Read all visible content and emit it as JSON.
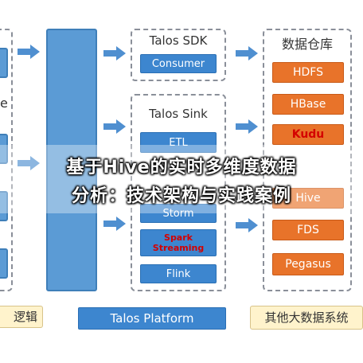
{
  "left_panel": {
    "partial_letter": "e",
    "bottom_partial_label": "逻辑"
  },
  "talos_sdk": {
    "title": "Talos SDK",
    "items": [
      "Consumer"
    ]
  },
  "talos_sink": {
    "title": "Talos Sink",
    "items": [
      "ETL",
      "Storm",
      "Spark Streaming",
      "Flink"
    ]
  },
  "data_warehouse": {
    "title": "数据仓库",
    "items": [
      "HDFS",
      "HBase",
      "Kudu",
      "Hive",
      "FDS",
      "Pegasus"
    ]
  },
  "platform_label": "Talos Platform",
  "other_bigdata_label": "其他大数据系统",
  "overlay_title": {
    "line1": "基于Hive的实时多维度数据",
    "line2": "分析：技术架构与实践案例"
  },
  "colors": {
    "blue": "#5b9bd5",
    "orange": "#e8732a",
    "accent_red": "#d40000"
  }
}
